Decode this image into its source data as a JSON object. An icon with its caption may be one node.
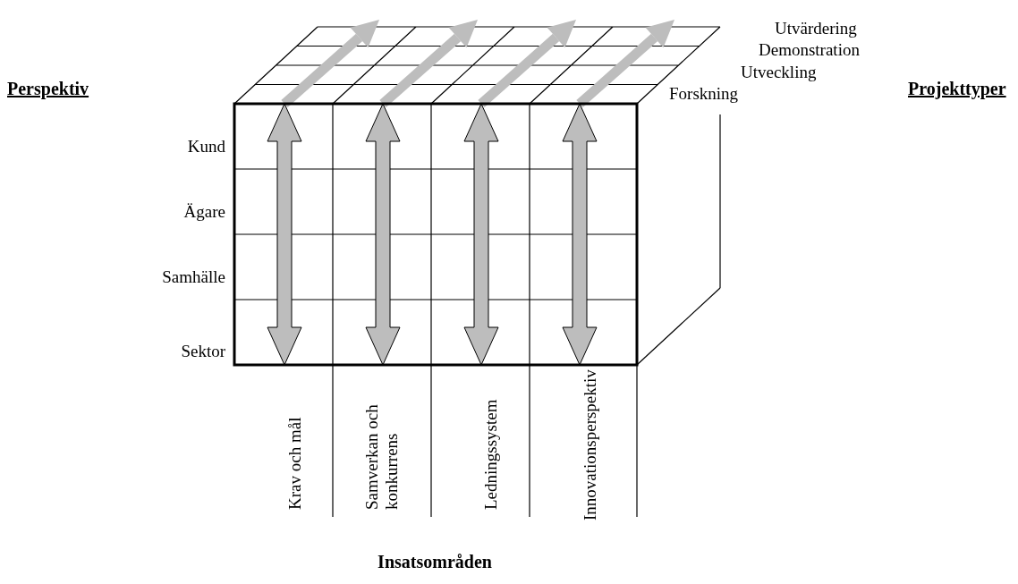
{
  "diagram": {
    "labels": [
      "Utvärdering",
      "Demonstration",
      "Perspektiv",
      "Utveckling",
      "Projekttyper",
      "Forskning",
      "Kund",
      "Ägare",
      "Samhälle",
      "Sektor",
      "Krav och mål",
      "Samverkan och konkurrens",
      "Ledningssystem",
      "Innovationsperspektiv",
      "Insatsområden"
    ]
  }
}
